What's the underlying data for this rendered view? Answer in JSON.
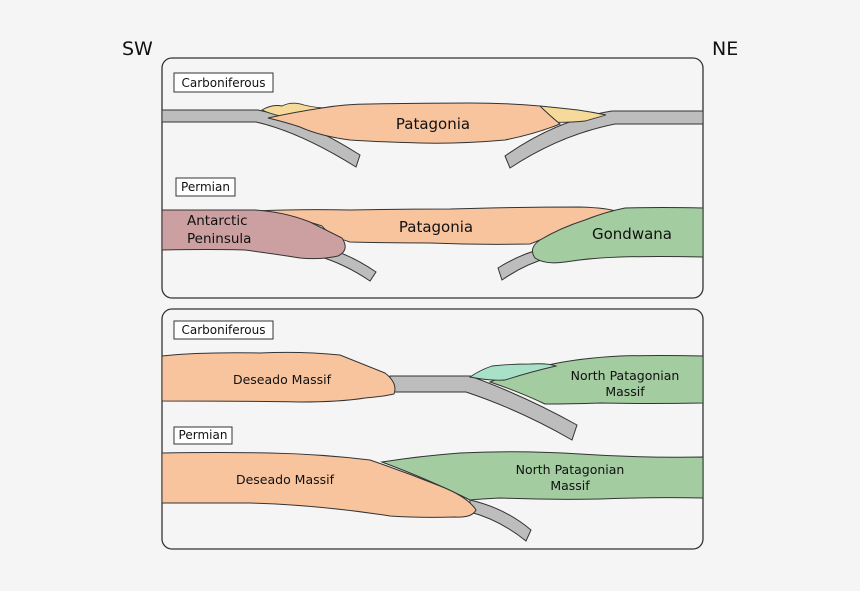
{
  "directions": {
    "left": "SW",
    "right": "NE"
  },
  "panels": [
    {
      "stages": [
        {
          "period": "Carboniferous",
          "labels": {
            "patagonia": "Patagonia"
          }
        },
        {
          "period": "Permian",
          "labels": {
            "antarctic_line1": "Antarctic",
            "antarctic_line2": "Peninsula",
            "patagonia": "Patagonia",
            "gondwana": "Gondwana"
          }
        }
      ]
    },
    {
      "stages": [
        {
          "period": "Carboniferous",
          "labels": {
            "deseado": "Deseado Massif",
            "np_line1": "North Patagonian",
            "np_line2": "Massif"
          }
        },
        {
          "period": "Permian",
          "labels": {
            "deseado": "Deseado Massif",
            "np_line1": "North Patagonian",
            "np_line2": "Massif"
          }
        }
      ]
    }
  ],
  "colors": {
    "patagonia": "#f8c49e",
    "sediment": "#f6da9a",
    "antarctic_peninsula": "#cc9fa1",
    "gondwana": "#a3cca0",
    "north_patagonian_massif": "#a3cca0",
    "deseado_massif": "#f8c49e",
    "accretion": "#a8e0c8",
    "slab": "#bdbdbd",
    "panel_border": "#333333"
  }
}
